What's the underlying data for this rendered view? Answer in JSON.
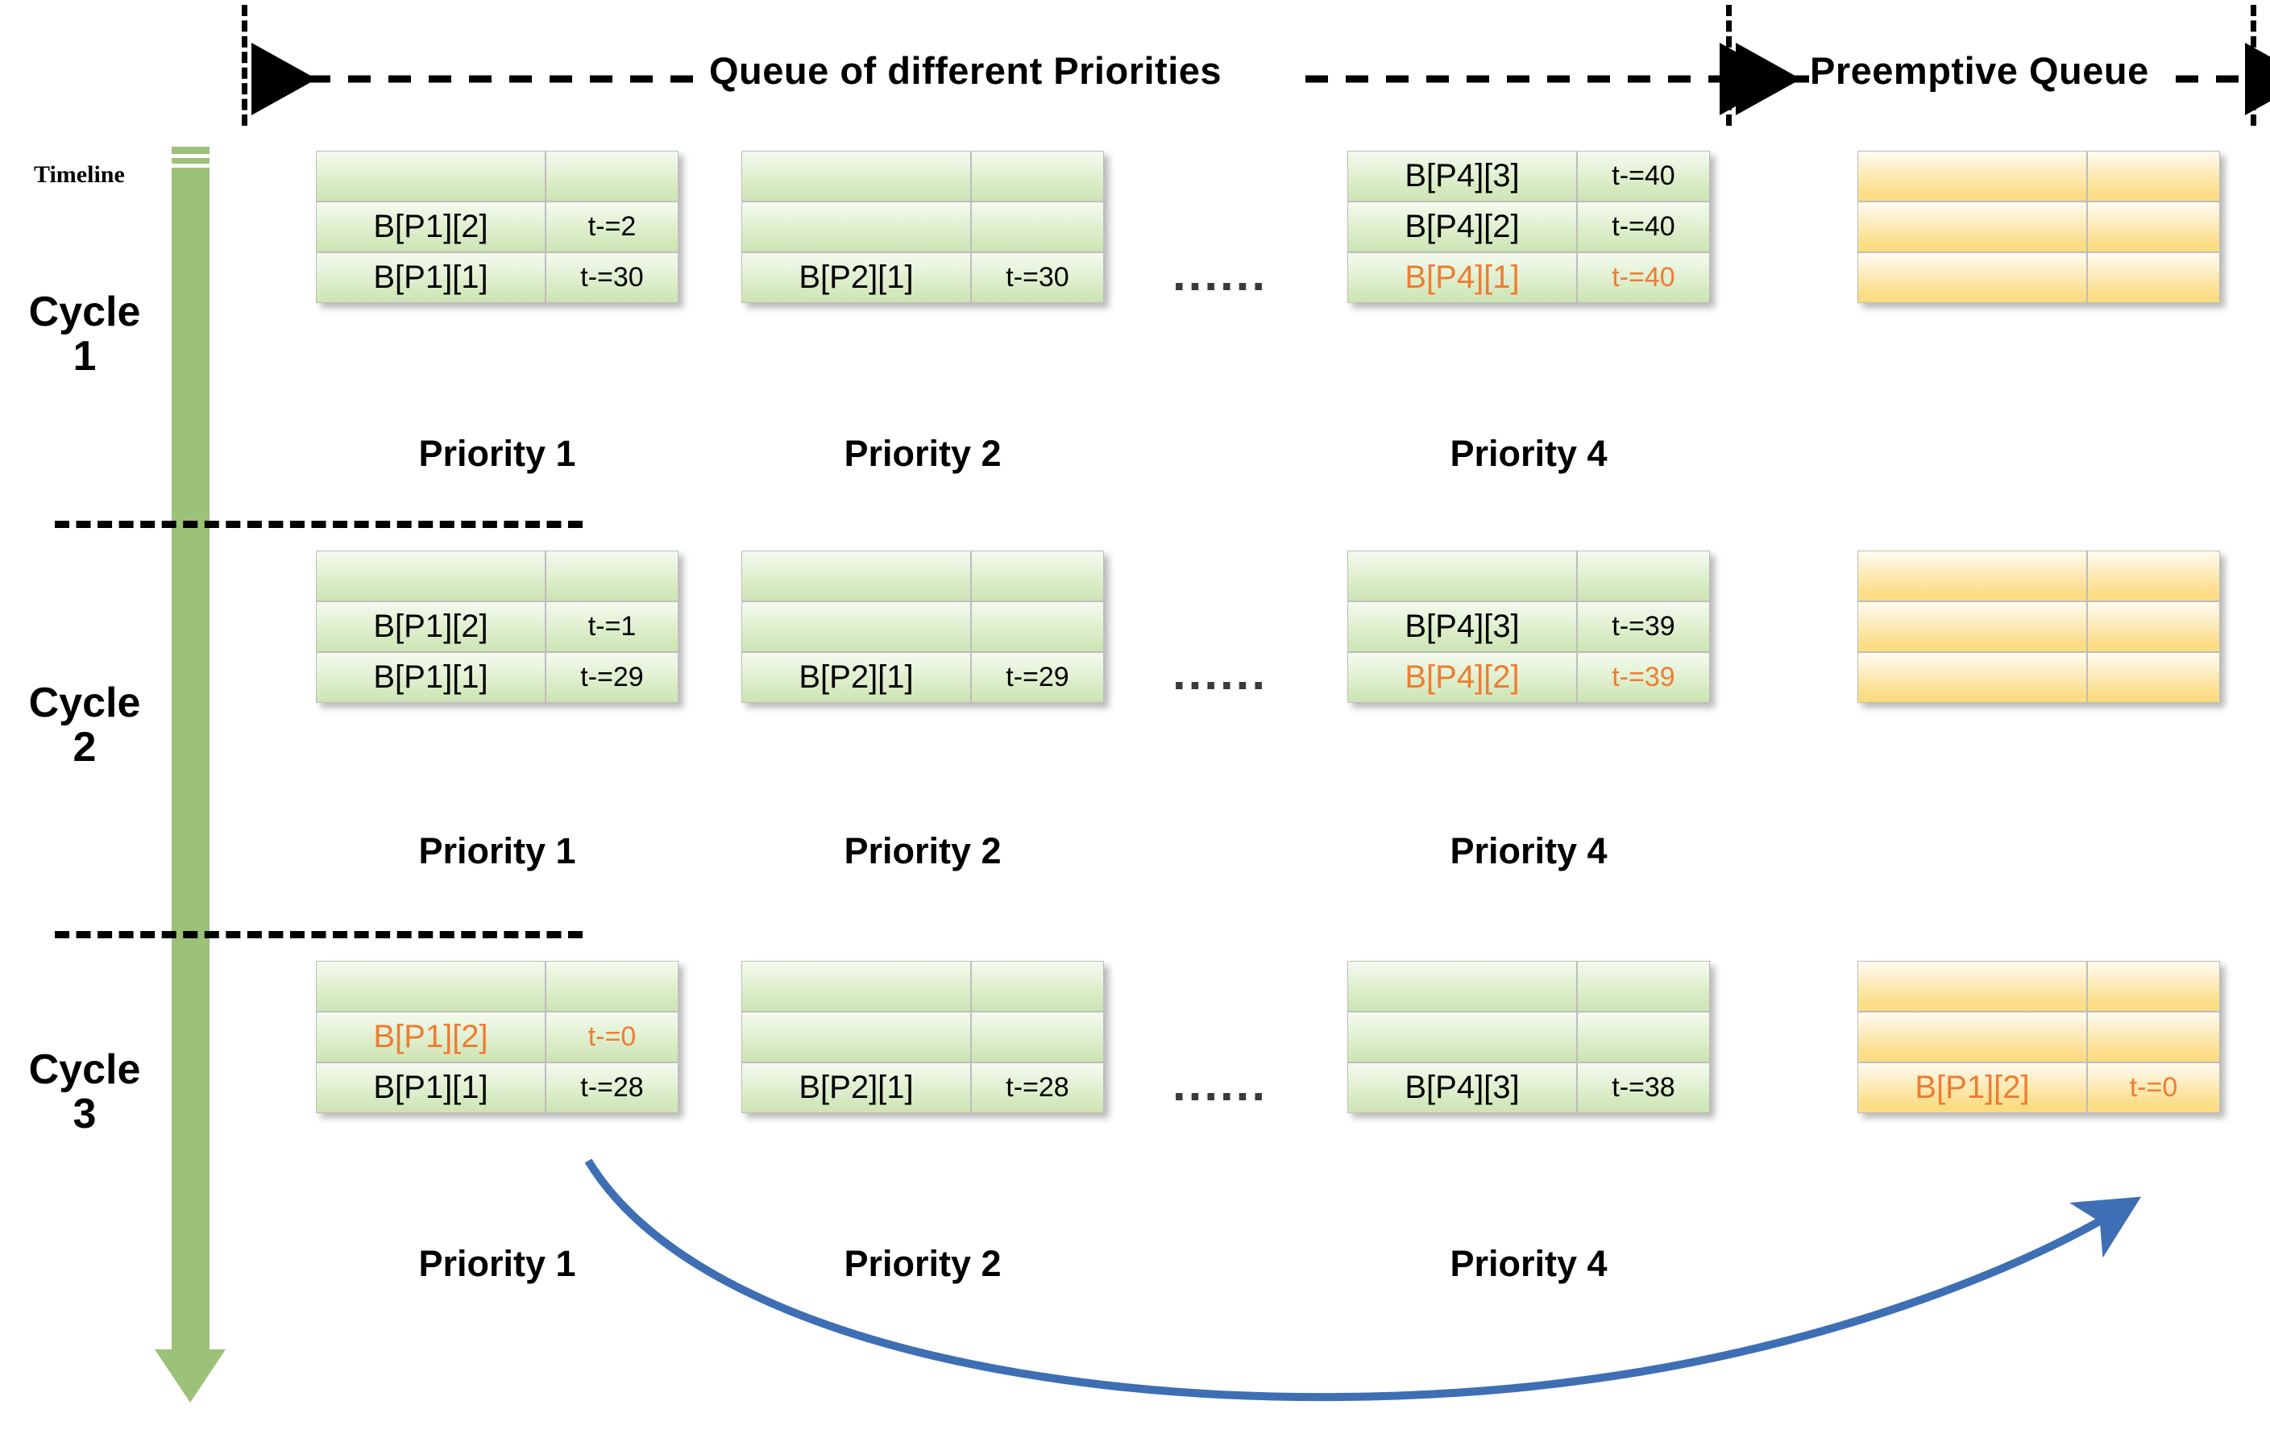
{
  "header": {
    "left_bracket_label": "Queue of different Priorities",
    "right_bracket_label": "Preemptive Queue"
  },
  "timeline": {
    "label": "Timeline",
    "arrow_color": "#9CC178",
    "cycles": [
      "Cycle\n1",
      "Cycle\n2",
      "Cycle\n3"
    ]
  },
  "colors": {
    "highlight": "#ED7D31",
    "green_fill": "#D5E9BF",
    "yellow_fill": "#FCDF8C",
    "arrow_blue": "#3E6FB5",
    "timeline_green": "#9CC178"
  },
  "ellipsis": "......",
  "rows": [
    {
      "cycle": "Cycle\n1",
      "queues": [
        {
          "title": "Priority 1",
          "kind": "green",
          "cells": [
            {
              "name": "",
              "time": "",
              "hl": false
            },
            {
              "name": "B[P1][2]",
              "time": "t-=2",
              "hl": false
            },
            {
              "name": "B[P1][1]",
              "time": "t-=30",
              "hl": false
            }
          ]
        },
        {
          "title": "Priority 2",
          "kind": "green",
          "cells": [
            {
              "name": "",
              "time": "",
              "hl": false
            },
            {
              "name": "",
              "time": "",
              "hl": false
            },
            {
              "name": "B[P2][1]",
              "time": "t-=30",
              "hl": false
            }
          ]
        },
        {
          "title": "Priority 4",
          "kind": "green",
          "cells": [
            {
              "name": "B[P4][3]",
              "time": "t-=40",
              "hl": false
            },
            {
              "name": "B[P4][2]",
              "time": "t-=40",
              "hl": false
            },
            {
              "name": "B[P4][1]",
              "time": "t-=40",
              "hl": true
            }
          ]
        },
        {
          "title": "",
          "kind": "yellow",
          "cells": [
            {
              "name": "",
              "time": "",
              "hl": false
            },
            {
              "name": "",
              "time": "",
              "hl": false
            },
            {
              "name": "",
              "time": "",
              "hl": false
            }
          ]
        }
      ]
    },
    {
      "cycle": "Cycle\n2",
      "queues": [
        {
          "title": "Priority 1",
          "kind": "green",
          "cells": [
            {
              "name": "",
              "time": "",
              "hl": false
            },
            {
              "name": "B[P1][2]",
              "time": "t-=1",
              "hl": false
            },
            {
              "name": "B[P1][1]",
              "time": "t-=29",
              "hl": false
            }
          ]
        },
        {
          "title": "Priority 2",
          "kind": "green",
          "cells": [
            {
              "name": "",
              "time": "",
              "hl": false
            },
            {
              "name": "",
              "time": "",
              "hl": false
            },
            {
              "name": "B[P2][1]",
              "time": "t-=29",
              "hl": false
            }
          ]
        },
        {
          "title": "Priority 4",
          "kind": "green",
          "cells": [
            {
              "name": "",
              "time": "",
              "hl": false
            },
            {
              "name": "B[P4][3]",
              "time": "t-=39",
              "hl": false
            },
            {
              "name": "B[P4][2]",
              "time": "t-=39",
              "hl": true
            }
          ]
        },
        {
          "title": "",
          "kind": "yellow",
          "cells": [
            {
              "name": "",
              "time": "",
              "hl": false
            },
            {
              "name": "",
              "time": "",
              "hl": false
            },
            {
              "name": "",
              "time": "",
              "hl": false
            }
          ]
        }
      ]
    },
    {
      "cycle": "Cycle\n3",
      "queues": [
        {
          "title": "Priority 1",
          "kind": "green",
          "cells": [
            {
              "name": "",
              "time": "",
              "hl": false
            },
            {
              "name": "B[P1][2]",
              "time": "t-=0",
              "hl": true
            },
            {
              "name": "B[P1][1]",
              "time": "t-=28",
              "hl": false
            }
          ]
        },
        {
          "title": "Priority 2",
          "kind": "green",
          "cells": [
            {
              "name": "",
              "time": "",
              "hl": false
            },
            {
              "name": "",
              "time": "",
              "hl": false
            },
            {
              "name": "B[P2][1]",
              "time": "t-=28",
              "hl": false
            }
          ]
        },
        {
          "title": "Priority 4",
          "kind": "green",
          "cells": [
            {
              "name": "",
              "time": "",
              "hl": false
            },
            {
              "name": "",
              "time": "",
              "hl": false
            },
            {
              "name": "B[P4][3]",
              "time": "t-=38",
              "hl": false
            }
          ]
        },
        {
          "title": "",
          "kind": "yellow",
          "cells": [
            {
              "name": "",
              "time": "",
              "hl": false
            },
            {
              "name": "",
              "time": "",
              "hl": false
            },
            {
              "name": "B[P1][2]",
              "time": "t-=0",
              "hl": true
            }
          ]
        }
      ]
    }
  ]
}
